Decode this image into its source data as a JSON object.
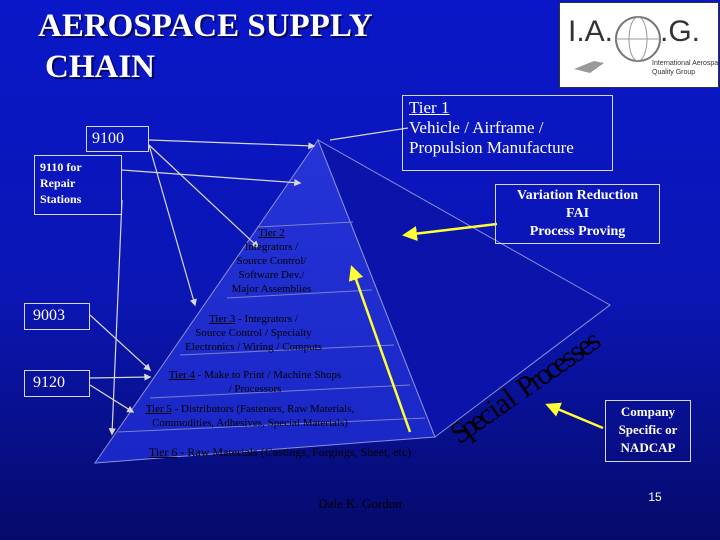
{
  "slide": {
    "title_line1": "AEROSPACE SUPPLY",
    "title_line2": "CHAIN",
    "author": "Dale K. Gordon",
    "page_number": "15"
  },
  "logo": {
    "letters": "I.A.Q.G.",
    "subtitle_line1": "International Aerospace",
    "subtitle_line2": "Quality Group"
  },
  "standards": {
    "s9100": "9100",
    "s9110_line1": "9110 for",
    "s9110_line2": "Repair",
    "s9110_line3": "Stations",
    "s9003": "9003",
    "s9120": "9120"
  },
  "tier1": {
    "heading": "Tier 1",
    "line1": "Vehicle / Airframe /",
    "line2": "Propulsion Manufacture"
  },
  "variation": {
    "line1": "Variation Reduction",
    "line2": "FAI",
    "line3": "Process Proving"
  },
  "company": {
    "line1": "Company",
    "line2": "Specific or",
    "line3": "NADCAP"
  },
  "tiers": {
    "t2_head": "Tier 2",
    "t2_line1": "Integrators /",
    "t2_line2": "Source Control/",
    "t2_line3": "Software Dev./",
    "t2_line4": "Major Assemblies",
    "t3_head": "Tier 3",
    "t3_line1": " - Integrators /",
    "t3_line2": "Source Control / Specialty",
    "t3_line3": "Electronics / Wiring / Computs",
    "t4_head": "Tier 4",
    "t4_line1": " - Make to Print / Machine Shops",
    "t4_line2": "/ Processors",
    "t5_head": "Tier 5",
    "t5_line1": " - Distributors (Fasteners, Raw Materials,",
    "t5_line2": "Commodities, Adhesives, Special Materials)",
    "t6_head": "Tier 6",
    "t6_line1": " - Raw Materials (Castings, Forgings, Sheet, etc)"
  },
  "pyramid_side_text": [
    "S",
    "p",
    "e",
    "c",
    "i",
    "a",
    "l",
    " ",
    "P",
    "r",
    "o",
    "c",
    "e",
    "s",
    "s",
    "e",
    "s"
  ],
  "colors": {
    "background": "#0b16b4",
    "pyramid_front": "#1d2bd2",
    "pyramid_side": "#0a13a8",
    "arrow": "#ffff33",
    "line": "#d0d0d0"
  }
}
